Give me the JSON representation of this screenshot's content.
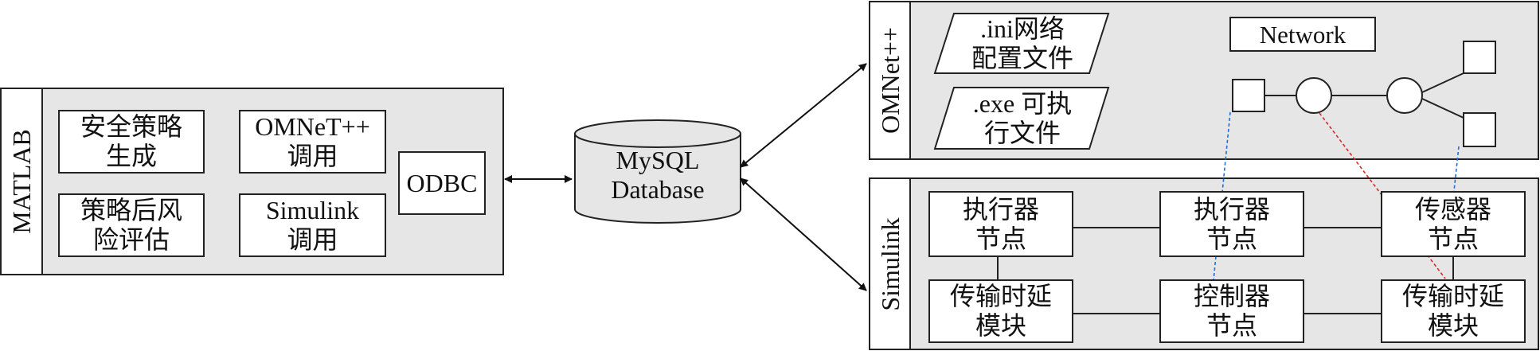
{
  "matlab": {
    "title": "MATLAB",
    "blocks": {
      "strategy_generation": "安全策略\n生成",
      "omnet_call": "OMNeT++\n调用",
      "risk_assessment": "策略后风\n险评估",
      "simulink_call": "Simulink\n调用",
      "odbc": "ODBC"
    }
  },
  "database": {
    "label": "MySQL\nDatabase"
  },
  "omnet": {
    "title": "OMNet++",
    "files": {
      "ini_config": ".ini网络\n配置文件",
      "exe_file": ".exe 可执\n行文件"
    },
    "network_label": "Network"
  },
  "simulink": {
    "title": "Simulink",
    "nodes": {
      "actuator_node_1": "执行器\n节点",
      "actuator_node_2": "执行器\n节点",
      "sensor_node": "传感器\n节点",
      "delay_module_1": "传输时延\n模块",
      "controller_node": "控制器\n节点",
      "delay_module_2": "传输时延\n模块"
    }
  },
  "colors": {
    "panel_fill": "#e6e6e6",
    "stroke": "#222222",
    "blue_link": "#1f6fd1",
    "red_link": "#d42a2a"
  }
}
